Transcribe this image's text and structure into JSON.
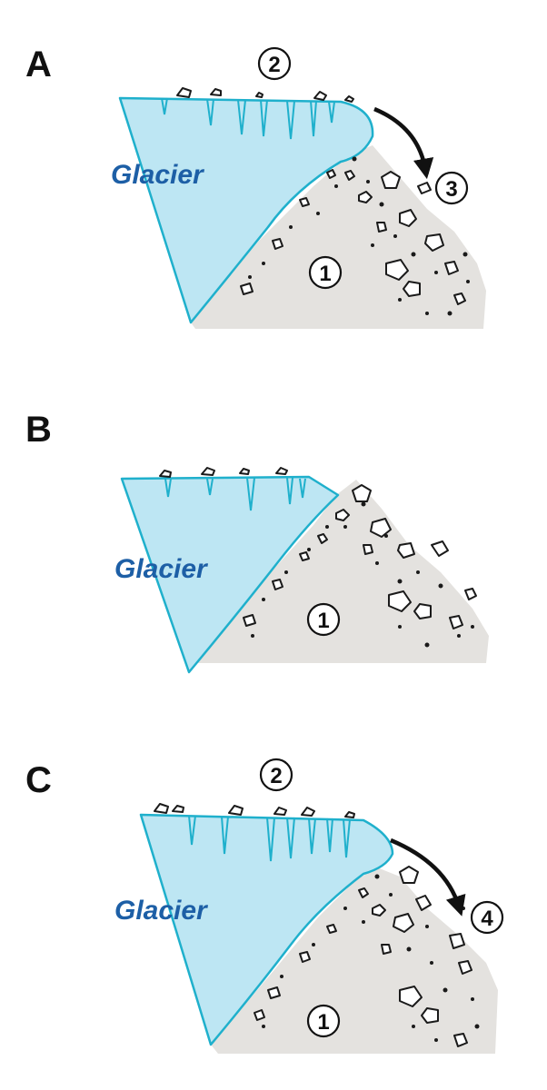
{
  "colors": {
    "glacier_fill": "#bde6f3",
    "glacier_edge": "#1fb0cc",
    "glacier_text": "#1d5fa6",
    "ground": "#e4e2df",
    "rock_outline": "#1a1a1a"
  },
  "panels": [
    {
      "letter": "A",
      "glacier_label": "Glacier",
      "labels": {
        "ground": "1",
        "surface": "2",
        "arrow": "3"
      },
      "icon": "arrow-curved-down-icon"
    },
    {
      "letter": "B",
      "glacier_label": "Glacier",
      "labels": {
        "ground": "1"
      }
    },
    {
      "letter": "C",
      "glacier_label": "Glacier",
      "labels": {
        "ground": "1",
        "surface": "2",
        "arrow": "4"
      },
      "icon": "arrow-curved-down-icon"
    }
  ]
}
